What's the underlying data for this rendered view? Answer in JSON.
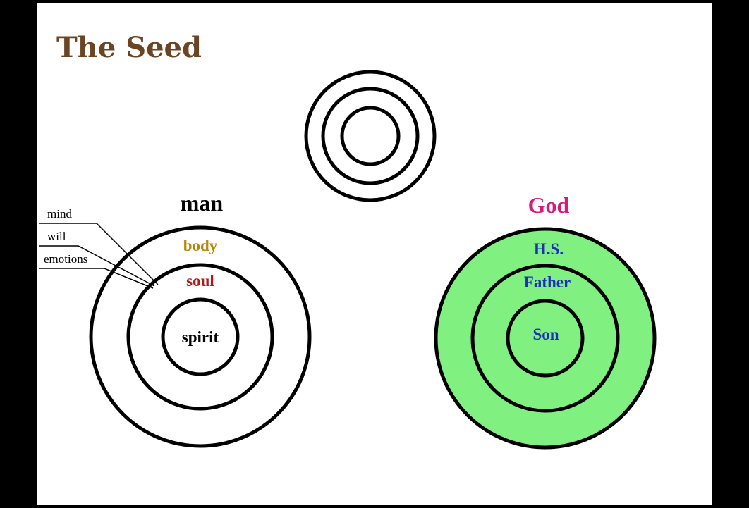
{
  "title": "The Seed",
  "man": {
    "heading": "man",
    "outer_label": "body",
    "middle_label": "soul",
    "inner_label": "spirit",
    "callouts": [
      "mind",
      "will",
      "emotions"
    ]
  },
  "god": {
    "heading": "God",
    "outer_label": "H.S.",
    "middle_label": "Father",
    "inner_label": "Son"
  },
  "colors": {
    "title": "#6b4423",
    "body": "#b8860b",
    "soul": "#b01818",
    "spirit": "#000000",
    "god_heading": "#d6197a",
    "god_labels": "#1c2fb8",
    "god_fill": "#80f080",
    "stroke": "#000000"
  }
}
